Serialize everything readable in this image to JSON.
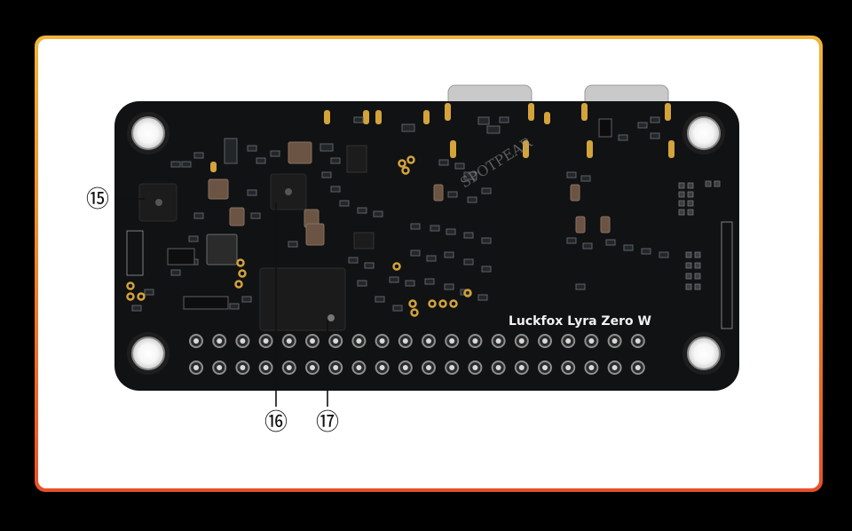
{
  "board": {
    "silkscreen_title": "Luckfox Lyra Zero W",
    "watermark": "SPOTPEAR"
  },
  "callouts": [
    {
      "id": "15",
      "label": "⑮"
    },
    {
      "id": "16",
      "label": "⑯"
    },
    {
      "id": "17",
      "label": "⑰"
    }
  ],
  "colors": {
    "frame_top": "#f0b53a",
    "frame_bottom": "#e8502a",
    "pcb": "#101214",
    "gold_pad": "#d4a33a"
  }
}
